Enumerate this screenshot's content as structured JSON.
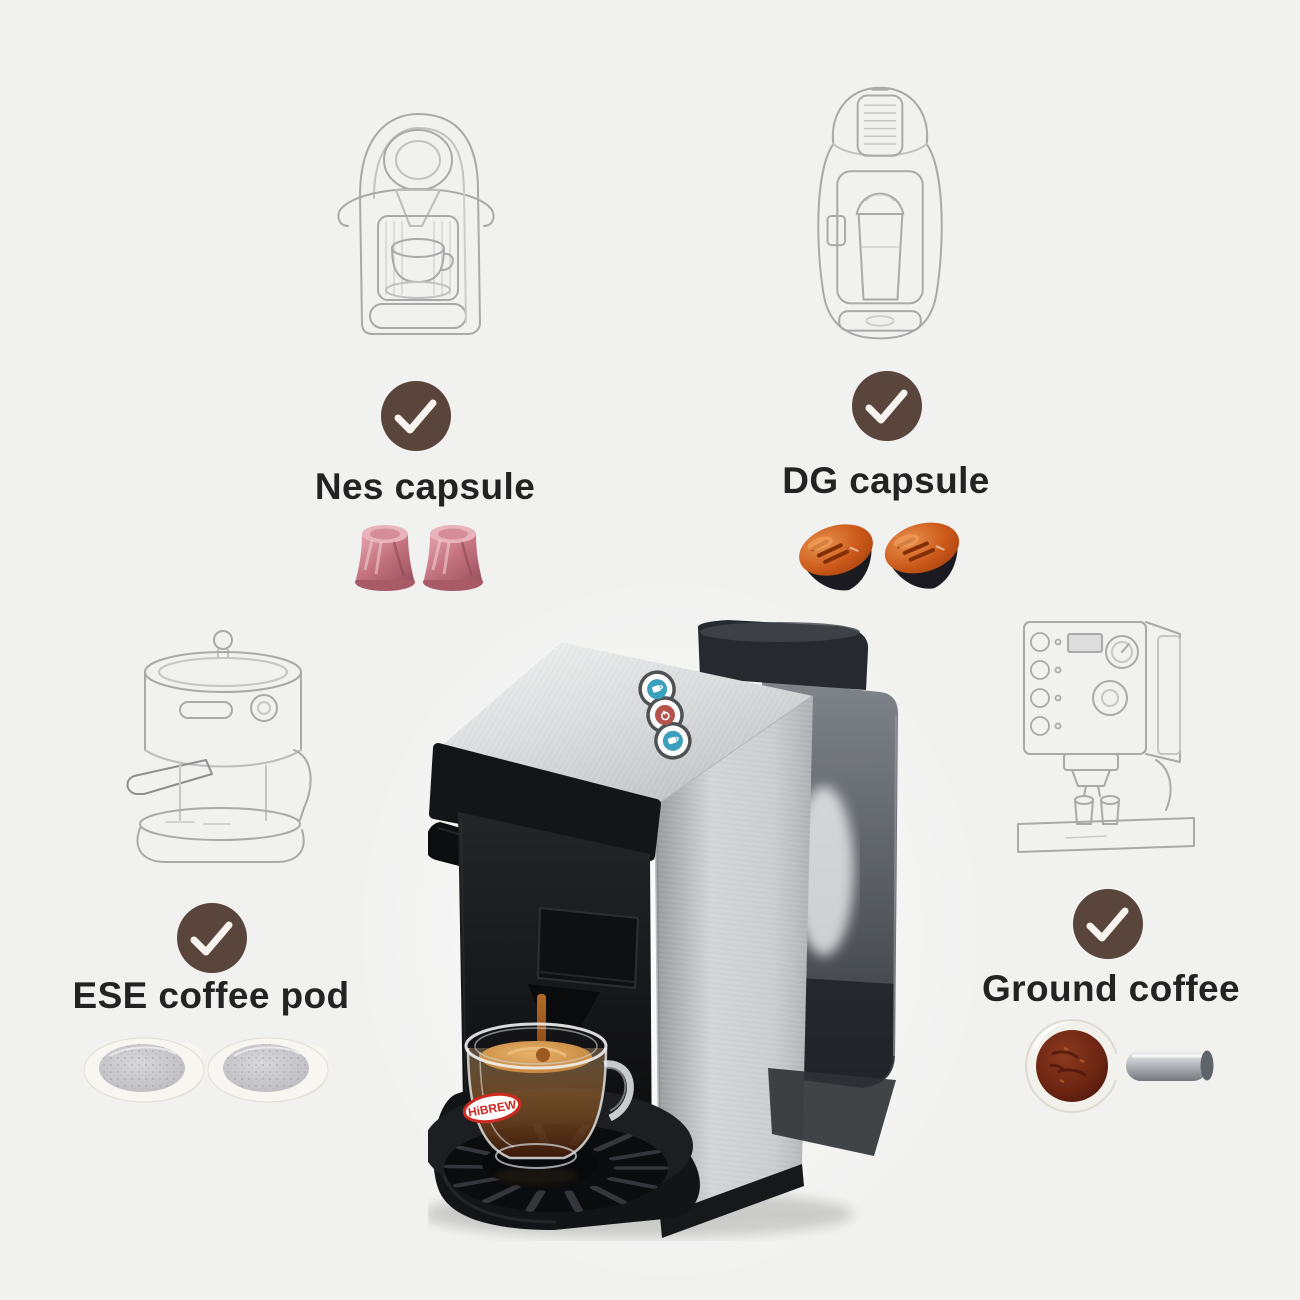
{
  "page": {
    "description_hint": "4-in-1 capsule coffee machine compatibility infographic"
  },
  "colors": {
    "page_bg": "#f1f1f0",
    "check_circle": "#5a453c",
    "check_mark": "#f7f3ee",
    "label_text": "#232323",
    "button_red": "#b5524b",
    "button_blue": "#3aa0bd",
    "logo_red": "#cf2a22",
    "nes_capsule_pink": "#c4737f",
    "dg_capsule_orange": "#cc5a1a",
    "crema_tan": "#c98a45"
  },
  "sections": [
    {
      "id": "nes",
      "label": "Nes capsule",
      "sketch": "nespresso-machine-sketch",
      "product": "two pink Nespresso capsules"
    },
    {
      "id": "dg",
      "label": "DG capsule",
      "sketch": "dolce-gusto-machine-sketch",
      "product": "two orange Dolce Gusto capsules"
    },
    {
      "id": "ese",
      "label": "ESE coffee pod",
      "sketch": "pump-espresso-machine-sketch",
      "product": "two white ESE paper pods"
    },
    {
      "id": "ground",
      "label": "Ground coffee",
      "sketch": "semi-pro-espresso-machine-sketch",
      "product": "portafilter with ground coffee"
    }
  ],
  "machine": {
    "cup_logo_text": "HiBREW",
    "buttons": [
      "small-cup-blue-button",
      "power-red-button",
      "large-cup-blue-button"
    ],
    "parts": [
      "capsule-lever",
      "brushed-steel-body",
      "water-tank",
      "drip-tray",
      "glass-espresso-cup",
      "coffee-stream"
    ]
  }
}
